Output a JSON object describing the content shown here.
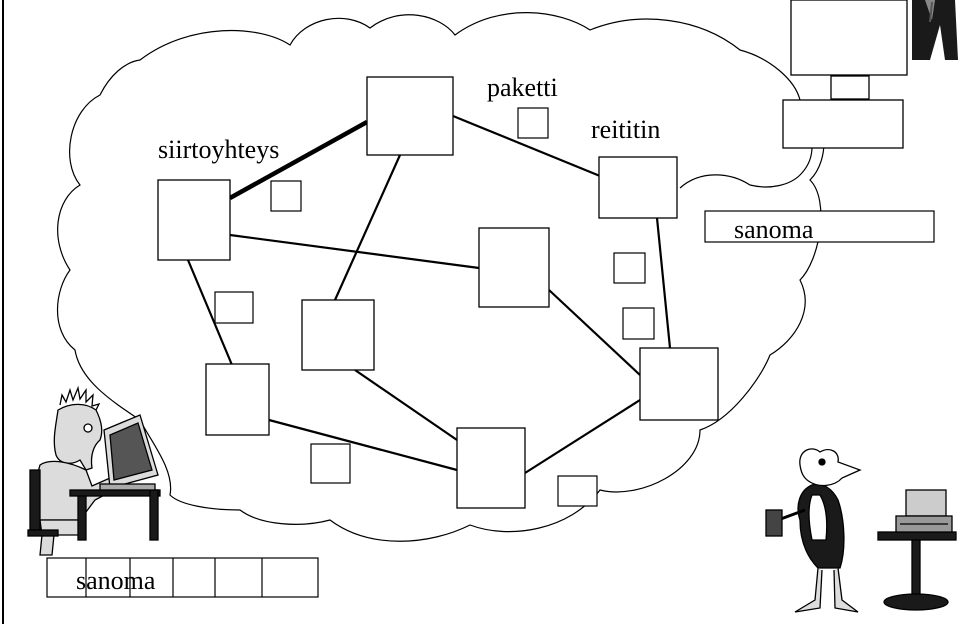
{
  "labels": {
    "packet": "paketti",
    "router": "reititin",
    "link": "siirtoyhteys",
    "message_right": "sanoma",
    "message_left": "sanoma"
  },
  "figures": {
    "left_user": "person-at-computer-icon",
    "right_user": "bird-with-hammer-and-computer-icon",
    "top_right_user": "person-with-monitor-icon"
  },
  "colors": {
    "line": "#000000",
    "background": "#ffffff",
    "skin": "#d9d9d9",
    "dark": "#222222"
  }
}
